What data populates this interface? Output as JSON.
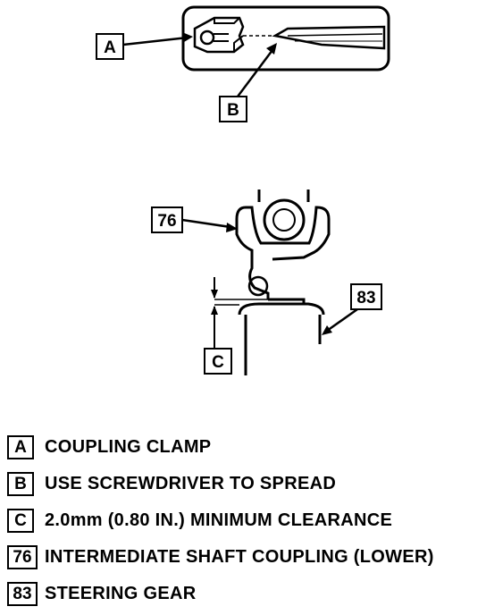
{
  "callouts": {
    "a": "A",
    "b": "B",
    "c": "C",
    "n76": "76",
    "n83": "83"
  },
  "legend": [
    {
      "key": "A",
      "text": "COUPLING CLAMP"
    },
    {
      "key": "B",
      "text": "USE SCREWDRIVER TO SPREAD"
    },
    {
      "key": "C",
      "text": "2.0mm (0.80 IN.) MINIMUM CLEARANCE"
    },
    {
      "key": "76",
      "text": "INTERMEDIATE SHAFT COUPLING (LOWER)"
    },
    {
      "key": "83",
      "text": "STEERING GEAR"
    }
  ]
}
